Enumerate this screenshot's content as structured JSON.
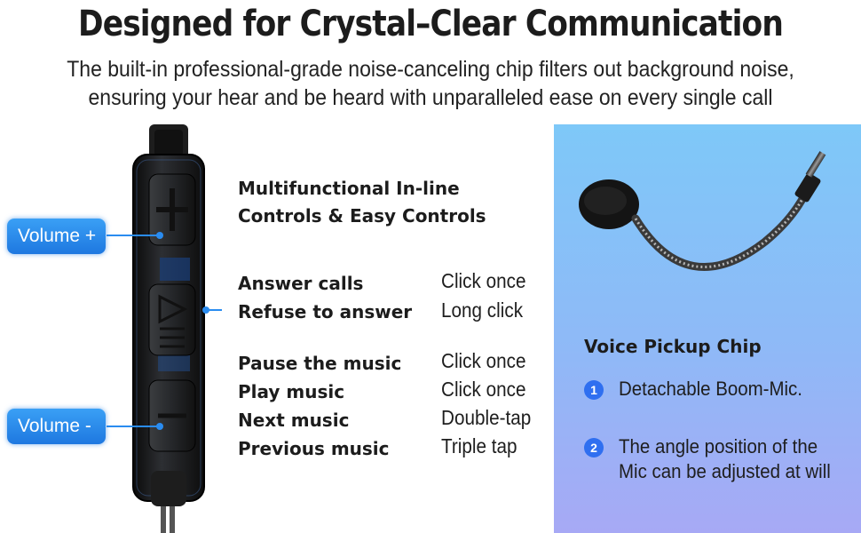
{
  "title": "Designed for Crystal–Clear Communication",
  "subtitle_line1": "The built-in professional-grade noise-canceling chip filters out background noise,",
  "subtitle_line2": "ensuring your hear and be heard with unparalleled ease on every single call",
  "remote": {
    "volume_up": "Volume +",
    "volume_down": "Volume -"
  },
  "controls": {
    "heading_line1": "Multifunctional In-line",
    "heading_line2": "Controls & Easy Controls",
    "actions": [
      {
        "label": "Answer calls",
        "gesture": "Click once"
      },
      {
        "label": "Refuse to answer",
        "gesture": "Long click"
      },
      {
        "label": "Pause the music",
        "gesture": "Click once"
      },
      {
        "label": "Play music",
        "gesture": "Click once"
      },
      {
        "label": "Next music",
        "gesture": "Double-tap"
      },
      {
        "label": "Previous music",
        "gesture": "Triple tap"
      }
    ]
  },
  "panel": {
    "title": "Voice Pickup Chip",
    "items": [
      {
        "num": "1",
        "text_line1": "Detachable Boom-Mic.",
        "text_line2": ""
      },
      {
        "num": "2",
        "text_line1": "The angle position of the",
        "text_line2": "Mic can be adjusted at will"
      }
    ]
  },
  "colors": {
    "accent": "#1e78e0",
    "panel_top": "#7ec8f8",
    "panel_bottom": "#a7a9f5"
  }
}
